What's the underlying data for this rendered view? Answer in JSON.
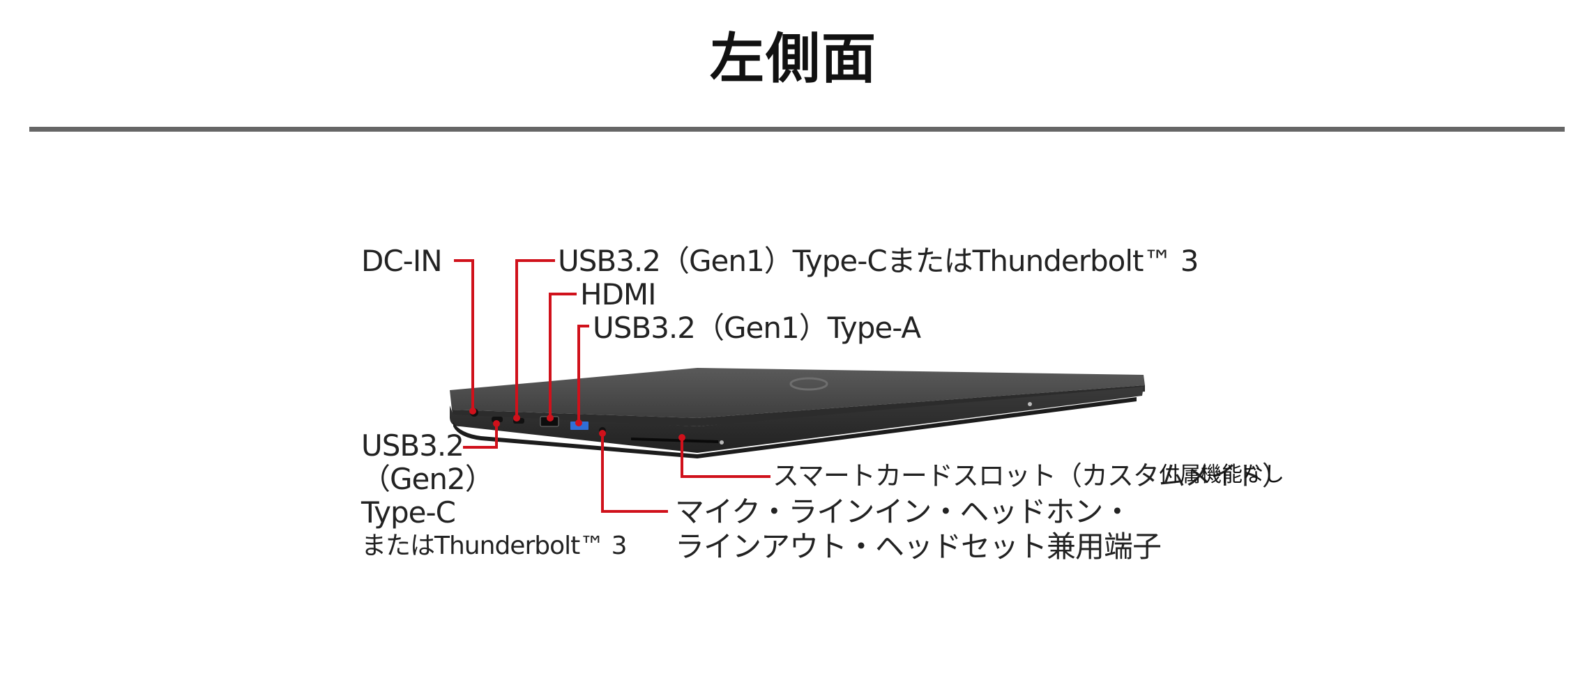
{
  "header": {
    "title": "左側面"
  },
  "colors": {
    "callout_line": "#d0111b",
    "rule": "#666666",
    "laptop_body": "#4a4a4a"
  },
  "callouts": {
    "dc_in": "DC-IN",
    "usb_typec_top": "USB3.2（Gen1）Type-CまたはThunderbolt™ 3",
    "hdmi": "HDMI",
    "usb_typea": "USB3.2（Gen1）Type-A",
    "usb_gen2": [
      "USB3.2",
      "（Gen2）",
      "Type-C",
      "またはThunderbolt™ 3"
    ],
    "smartcard": "スマートカードスロット（カスタムメイド）",
    "smartcard_note": "付属機能なし",
    "audio": [
      "マイク・ラインイン・ヘッドホン・",
      "ラインアウト・ヘッドセット兼用端子"
    ]
  }
}
